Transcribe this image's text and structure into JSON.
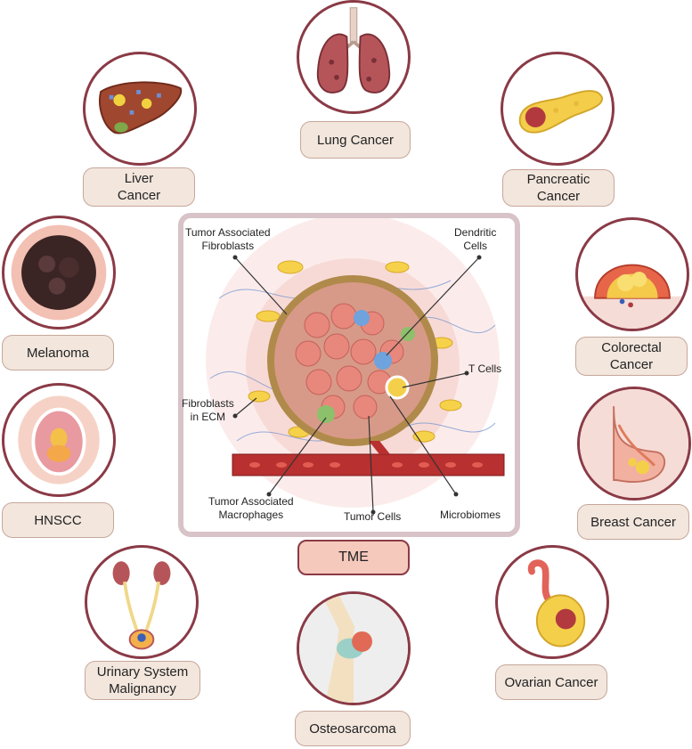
{
  "cancers": {
    "lung": "Lung Cancer",
    "liver": "Liver\nCancer",
    "pancreatic": "Pancreatic\nCancer",
    "melanoma": "Melanoma",
    "colorectal": "Colorectal\nCancer",
    "hnscc": "HNSCC",
    "breast": "Breast Cancer",
    "urinary": "Urinary System\nMalignancy",
    "ovarian": "Ovarian Cancer",
    "osteosarcoma": "Osteosarcoma"
  },
  "tme": {
    "title": "TME",
    "components": {
      "taf": "Tumor Associated\nFibroblasts",
      "dendritic": "Dendritic\nCells",
      "tcells": "T Cells",
      "fibro_ecm": "Fibroblasts\nin ECM",
      "tam": "Tumor Associated\nMacrophages",
      "tumor": "Tumor Cells",
      "micro": "Microbiomes"
    }
  },
  "colors": {
    "ring": "#8a3a46",
    "label_fill": "#f2e6dd",
    "tme_fill": "#f6c9bd"
  }
}
